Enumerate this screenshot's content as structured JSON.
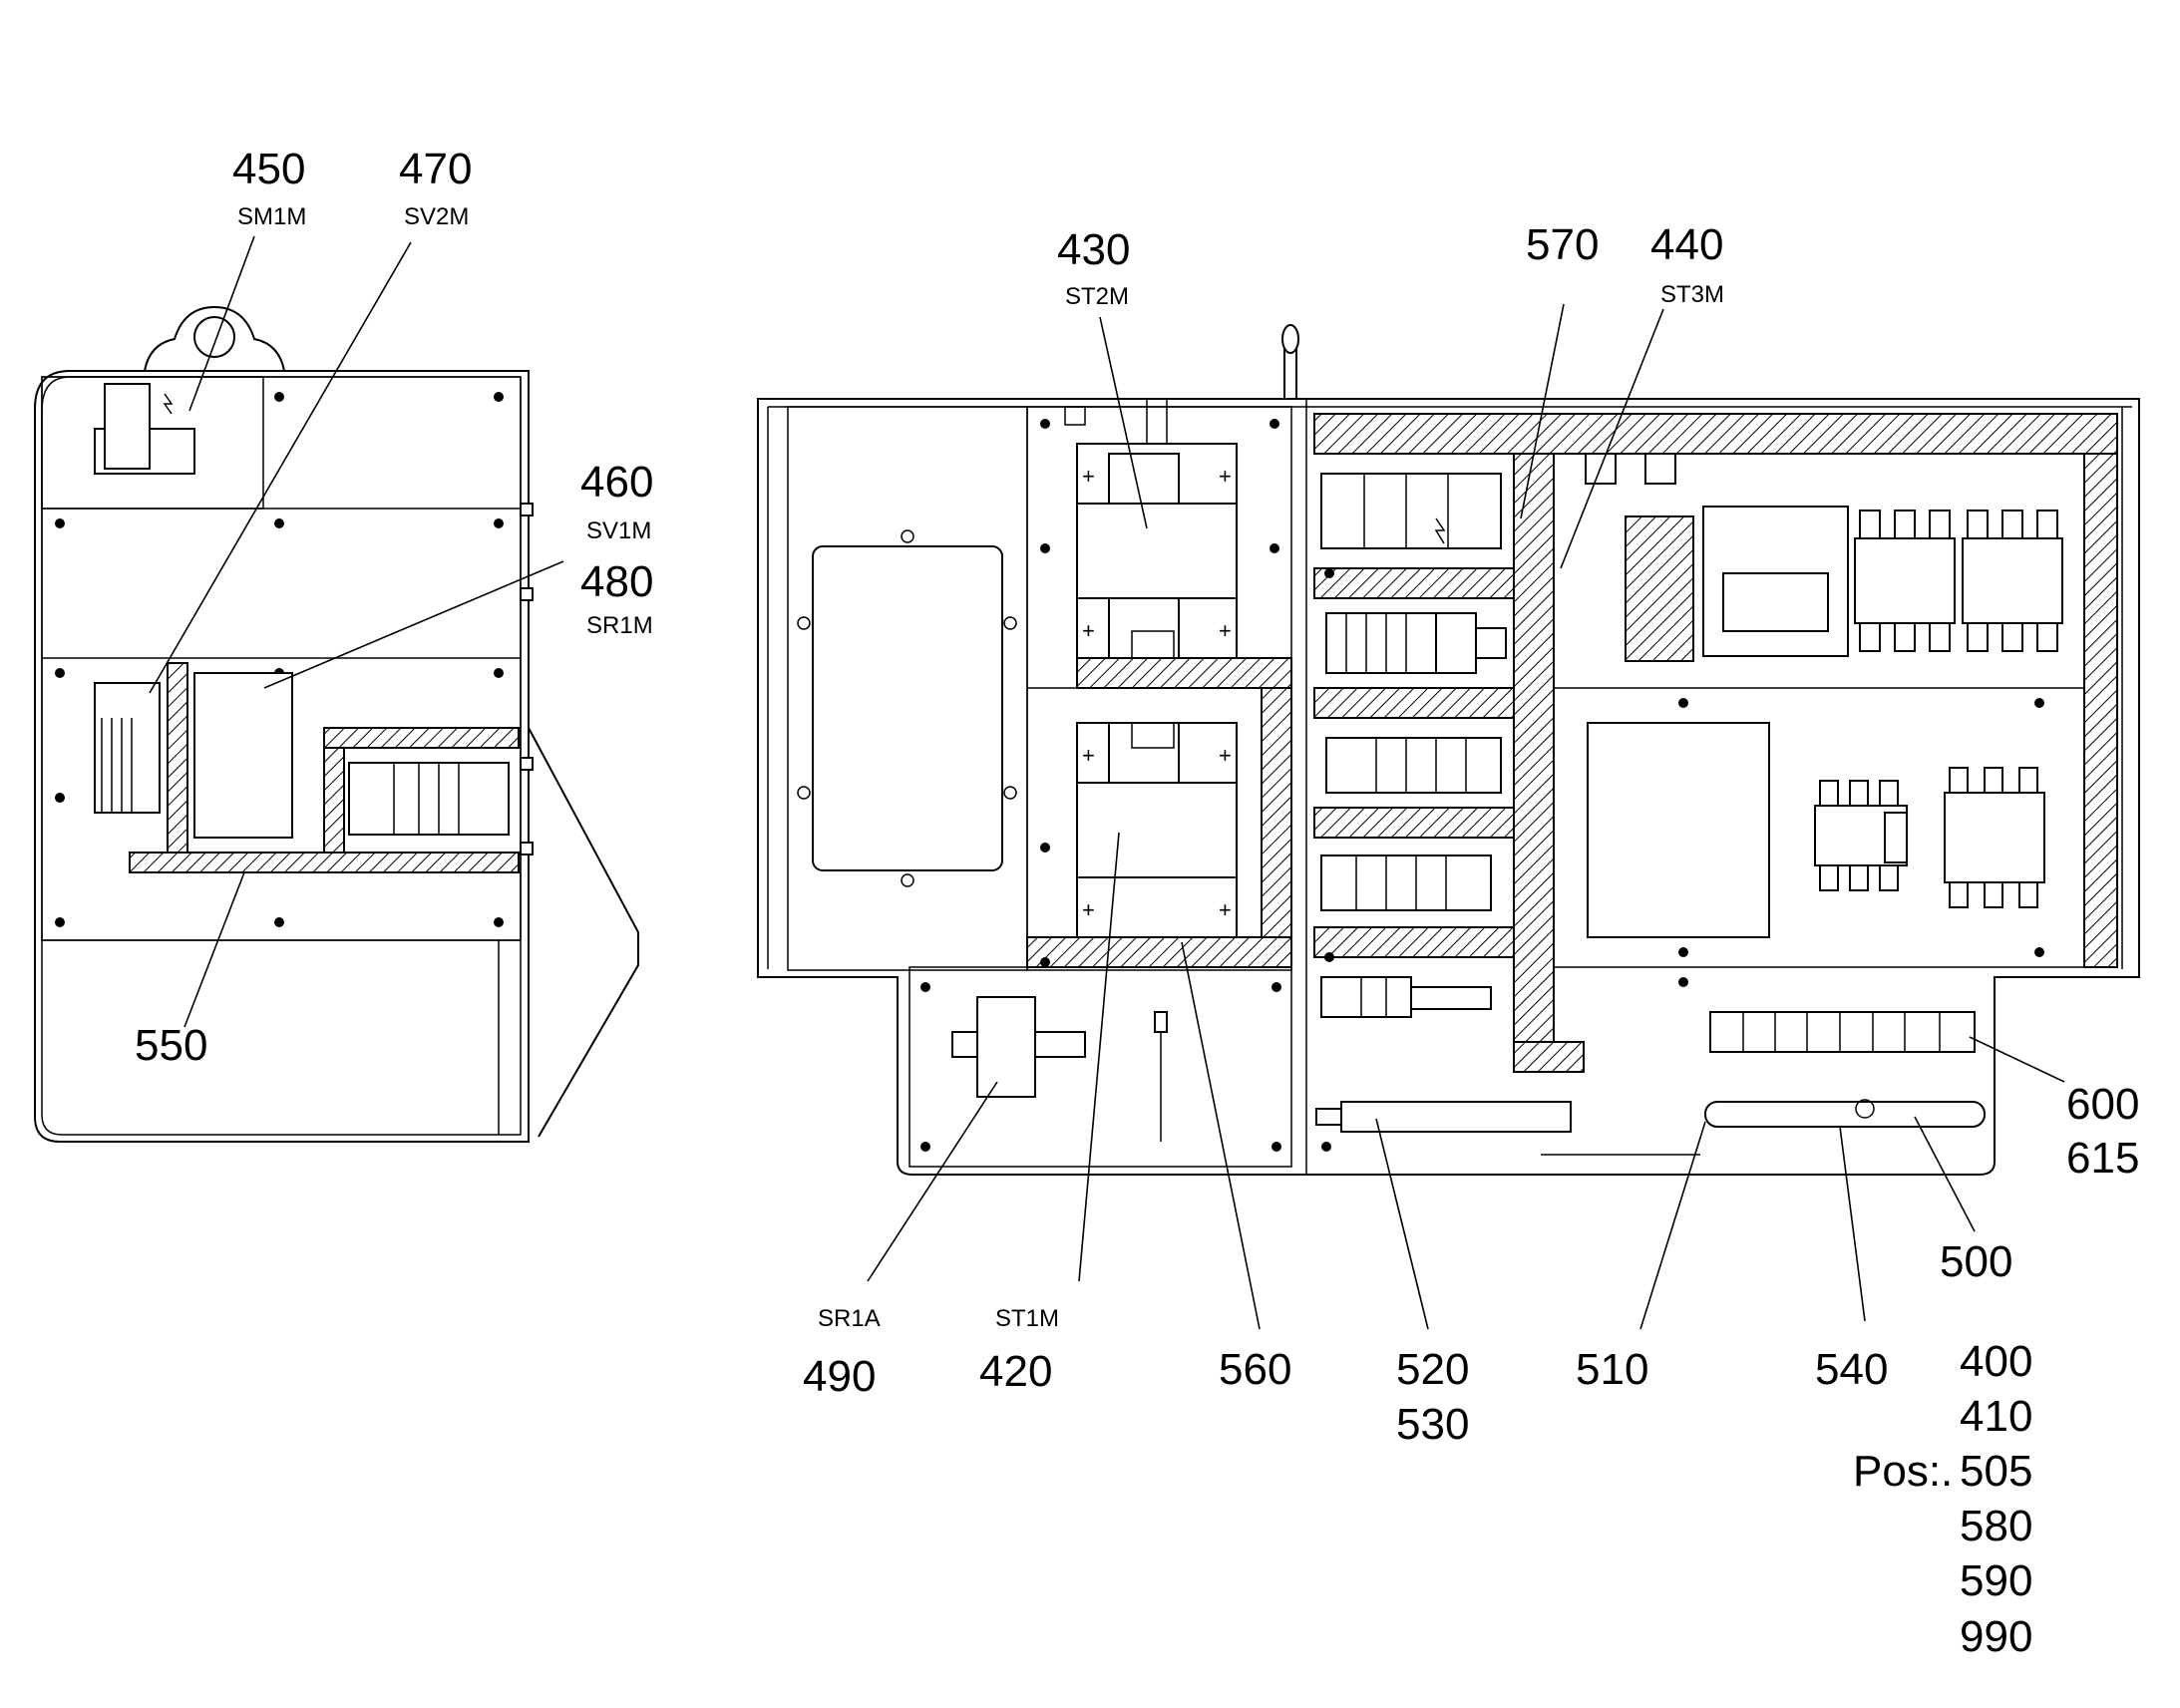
{
  "labels": {
    "l450": "450",
    "t450": "SM1M",
    "l470": "470",
    "t470": "SV2M",
    "l460": "460",
    "t460": "SV1M",
    "l480": "480",
    "t480": "SR1M",
    "l550": "550",
    "l430": "430",
    "t430": "ST2M",
    "l570": "570",
    "l440": "440",
    "t440": "ST3M",
    "l600": "600",
    "l615": "615",
    "l500": "500",
    "t490": "SR1A",
    "l490": "490",
    "t420": "ST1M",
    "l420": "420",
    "l560": "560",
    "l520": "520",
    "l530": "530",
    "l510": "510",
    "l540": "540",
    "pos_prefix": "Pos:.",
    "pos_list": [
      "400",
      "410",
      "505",
      "580",
      "590",
      "990"
    ]
  }
}
